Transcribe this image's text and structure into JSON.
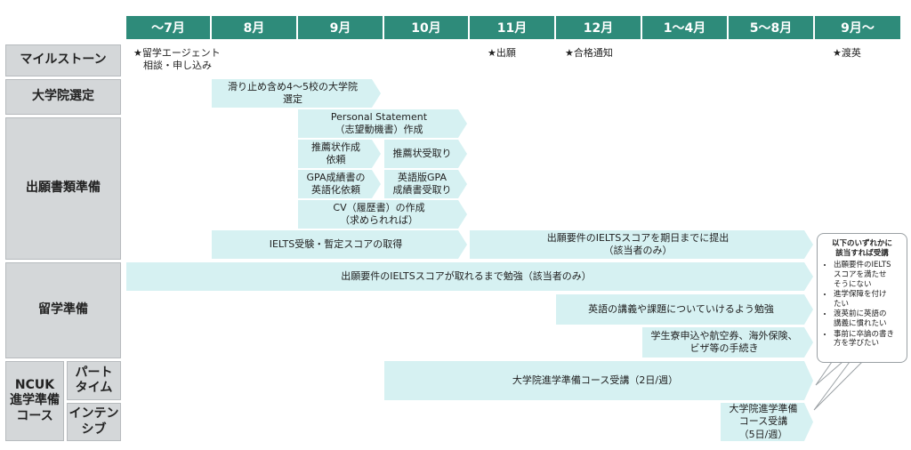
{
  "months": [
    "～7月",
    "8月",
    "9月",
    "10月",
    "11月",
    "12月",
    "1～4月",
    "5～8月",
    "9月～"
  ],
  "rows": {
    "milestone": "マイルストーン",
    "grad_selection": "大学院選定",
    "application_docs": "出願書類準備",
    "study_abroad_prep": "留学準備",
    "ncuk": "NCUK\n進学準備\nコース",
    "part_time": "パート\nタイム",
    "intensive": "インテン\nシブ"
  },
  "milestones": {
    "agent": "★留学エージェント\n　相談・申し込み",
    "apply": "★出願",
    "offer": "★合格通知",
    "depart": "★渡英"
  },
  "tasks": {
    "grad_select": "滑り止め含め4～5校の大学院\n選定",
    "personal_statement": "Personal Statement\n（志望動機書）作成",
    "rec_request": "推薦状作成\n依頼",
    "rec_receive": "推薦状受取り",
    "gpa_translate": "GPA成績書の\n英語化依頼",
    "gpa_receive": "英語版GPA\n成績書受取り",
    "cv": "CV（履歴書）の作成\n（求められれば）",
    "ielts_take": "IELTS受験・暫定スコアの取得",
    "ielts_submit": "出願要件のIELTSスコアを期日までに提出\n（該当者のみ）",
    "ielts_study": "出願要件のIELTSスコアが取れるまで勉強（該当者のみ）",
    "english_lectures": "英語の講義や課題についていけるよう勉強",
    "dorm_procedures": "学生寮申込や航空券、海外保険、\nビザ等の手続き",
    "prep_course_parttime": "大学院進学準備コース受講（2日/週）",
    "prep_course_intensive": "大学院進学準備\nコース受講\n（5日/週）"
  },
  "note": {
    "title": "以下のいずれかに\n該当すれば受講",
    "items": [
      "出願要件のIELTS\nスコアを満たせ\nそうにない",
      "進学保障を付け\nたい",
      "渡英前に英語の\n講義に慣れたい",
      "事前に卒論の書き\n方を学びたい"
    ]
  },
  "colors": {
    "header_bg": "#2e8b7a",
    "label_bg": "#d4d7d9",
    "arrow_bg": "#d6f1f2"
  }
}
